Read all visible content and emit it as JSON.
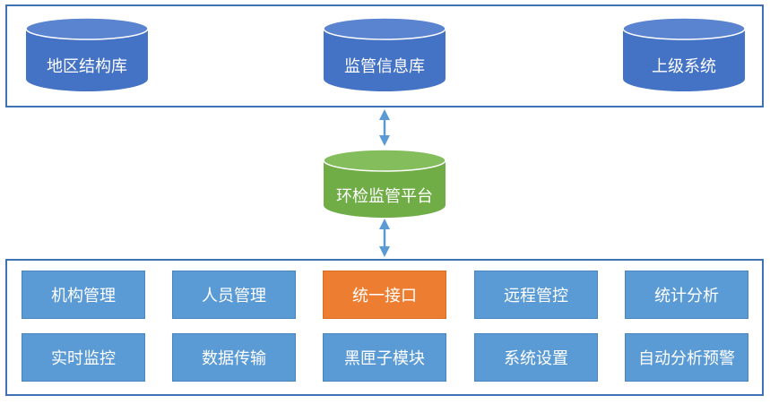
{
  "databases": {
    "region": {
      "label": "地区结构库",
      "color": "#4472c4"
    },
    "supervision": {
      "label": "监管信息库",
      "color": "#4472c4"
    },
    "upper": {
      "label": "上级系统",
      "color": "#4472c4"
    }
  },
  "platform": {
    "label": "环检监管平台",
    "color": "#70ad47"
  },
  "modules": {
    "row1": [
      {
        "label": "机构管理"
      },
      {
        "label": "人员管理"
      },
      {
        "label": "统一接口"
      },
      {
        "label": "远程管控"
      },
      {
        "label": "统计分析"
      }
    ],
    "row2": [
      {
        "label": "实时监控"
      },
      {
        "label": "数据传输"
      },
      {
        "label": "黑匣子模块"
      },
      {
        "label": "系统设置"
      },
      {
        "label": "自动分析预警"
      }
    ]
  },
  "colors": {
    "frame": "#3f72b4",
    "module": "#5b9bd5",
    "highlight": "#ed7d31",
    "arrow": "#5b9bd5"
  }
}
